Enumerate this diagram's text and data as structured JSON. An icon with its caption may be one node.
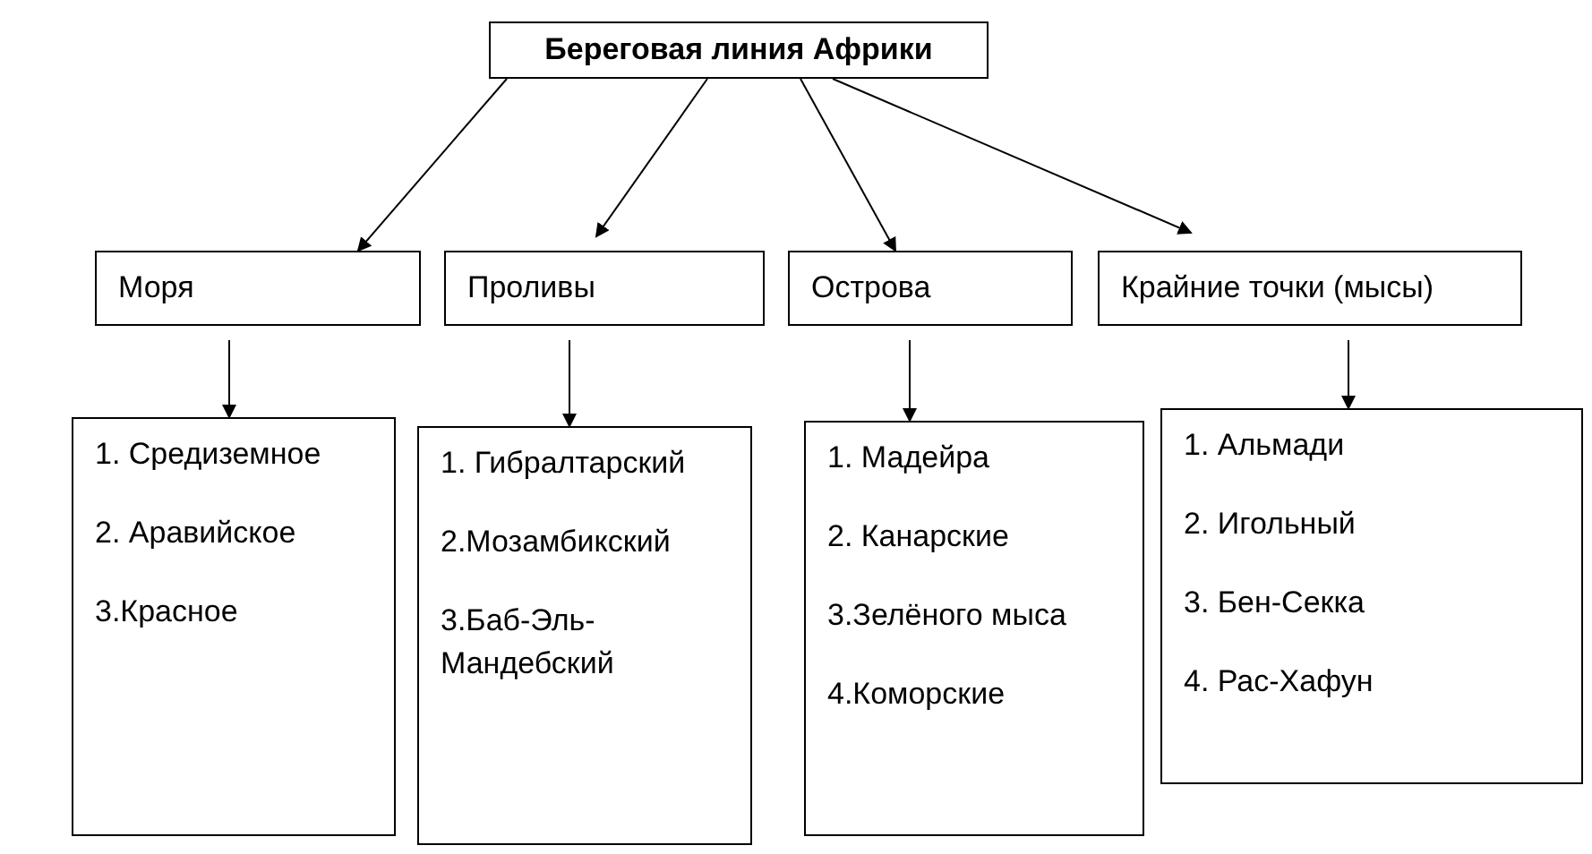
{
  "diagram": {
    "nodes": [
      {
        "text": [
          "Береговая линия Африки"
        ]
      },
      {
        "text": [
          "Моря"
        ]
      },
      {
        "text": [
          "Проливы"
        ]
      },
      {
        "text": [
          "Острова"
        ]
      },
      {
        "text": [
          "Крайние точки (мысы)"
        ]
      },
      {
        "text": [
          "1. Средиземное",
          "2. Аравийское",
          "3.Красное"
        ]
      },
      {
        "text": [
          "1. Гибралтарский",
          "2.Мозамбикский",
          "3.Баб-Эль-Мандебский"
        ]
      },
      {
        "text": [
          "1. Мадейра",
          "2. Канарские",
          "3.Зелёного мыса",
          "4.Коморские"
        ]
      },
      {
        "text": [
          "1. Альмади",
          "2. Игольный",
          "3. Бен-Секка",
          "4. Рас-Хафун"
        ]
      }
    ],
    "edges": [
      {
        "from": 0,
        "to": 1,
        "arrow": "to"
      },
      {
        "from": 0,
        "to": 2,
        "arrow": "to"
      },
      {
        "from": 0,
        "to": 3,
        "arrow": "to"
      },
      {
        "from": 0,
        "to": 4,
        "arrow": "to"
      },
      {
        "from": 1,
        "to": 5,
        "arrow": "to"
      },
      {
        "from": 2,
        "to": 6,
        "arrow": "to"
      },
      {
        "from": 3,
        "to": 7,
        "arrow": "to"
      },
      {
        "from": 4,
        "to": 8,
        "arrow": "to"
      }
    ]
  }
}
